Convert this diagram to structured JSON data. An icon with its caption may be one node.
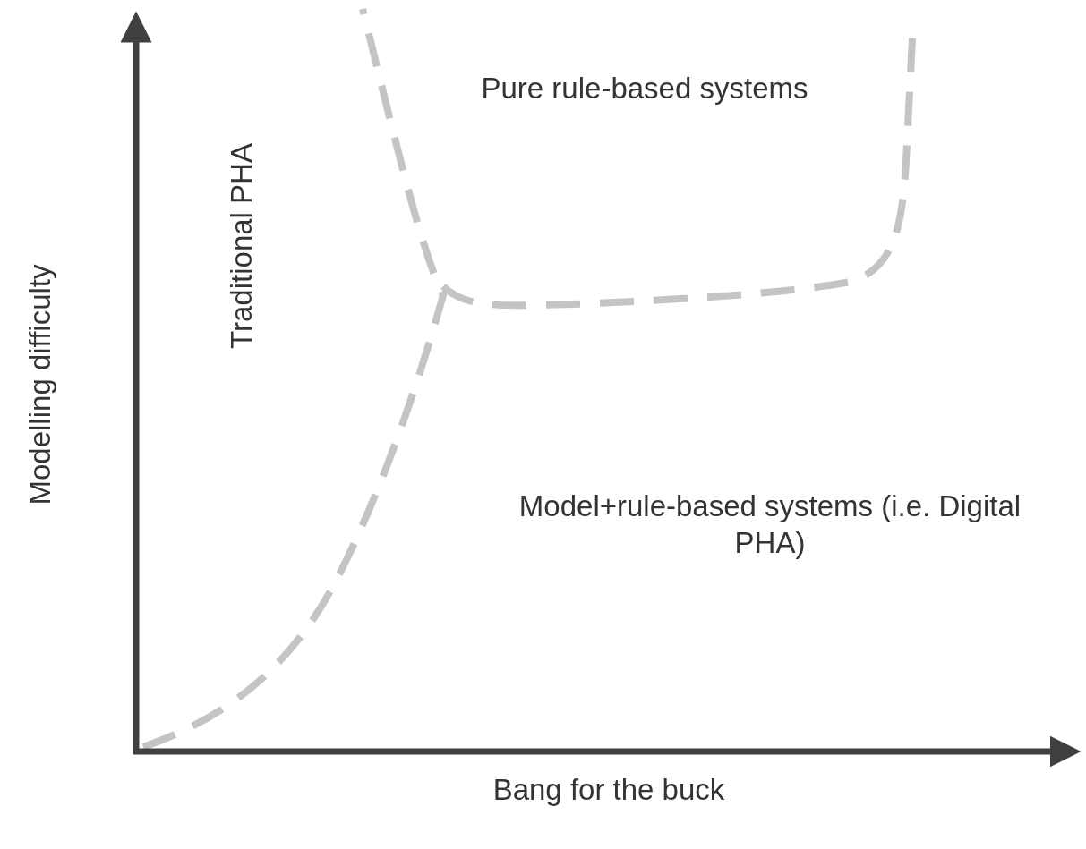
{
  "diagram": {
    "labels": [
      "Pure rule-based systems",
      "Traditional PHA",
      "Model+rule-based systems (i.e. Digital PHA)",
      "Modelling difficulty",
      "Bang for the buck"
    ]
  }
}
